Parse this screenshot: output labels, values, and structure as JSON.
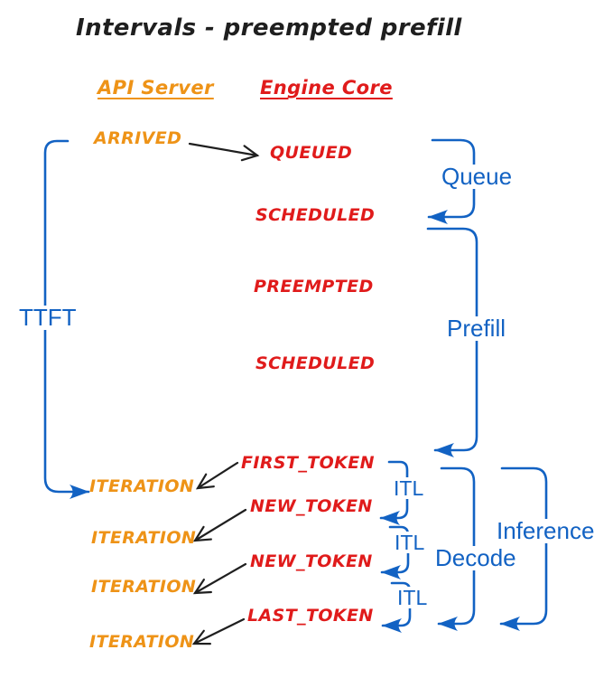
{
  "title": "Intervals - preempted prefill",
  "colors": {
    "blue": "#1262c3",
    "red": "#e01b1b",
    "orange": "#ee9317",
    "ink": "#1f1f1f"
  },
  "columns": {
    "api_server": "API Server",
    "engine_core": "Engine Core"
  },
  "api_server_events": {
    "arrived": "ARRIVED",
    "iterations": [
      "ITERATION",
      "ITERATION",
      "ITERATION",
      "ITERATION"
    ]
  },
  "engine_core_events": {
    "queued": "QUEUED",
    "scheduled_1": "SCHEDULED",
    "preempted": "PREEMPTED",
    "scheduled_2": "SCHEDULED",
    "first_token": "FIRST_TOKEN",
    "new_token_1": "NEW_TOKEN",
    "new_token_2": "NEW_TOKEN",
    "last_token": "LAST_TOKEN"
  },
  "intervals": {
    "ttft": "TTFT",
    "queue": "Queue",
    "prefill": "Prefill",
    "itl": [
      "ITL",
      "ITL",
      "ITL"
    ],
    "decode": "Decode",
    "inference": "Inference"
  }
}
